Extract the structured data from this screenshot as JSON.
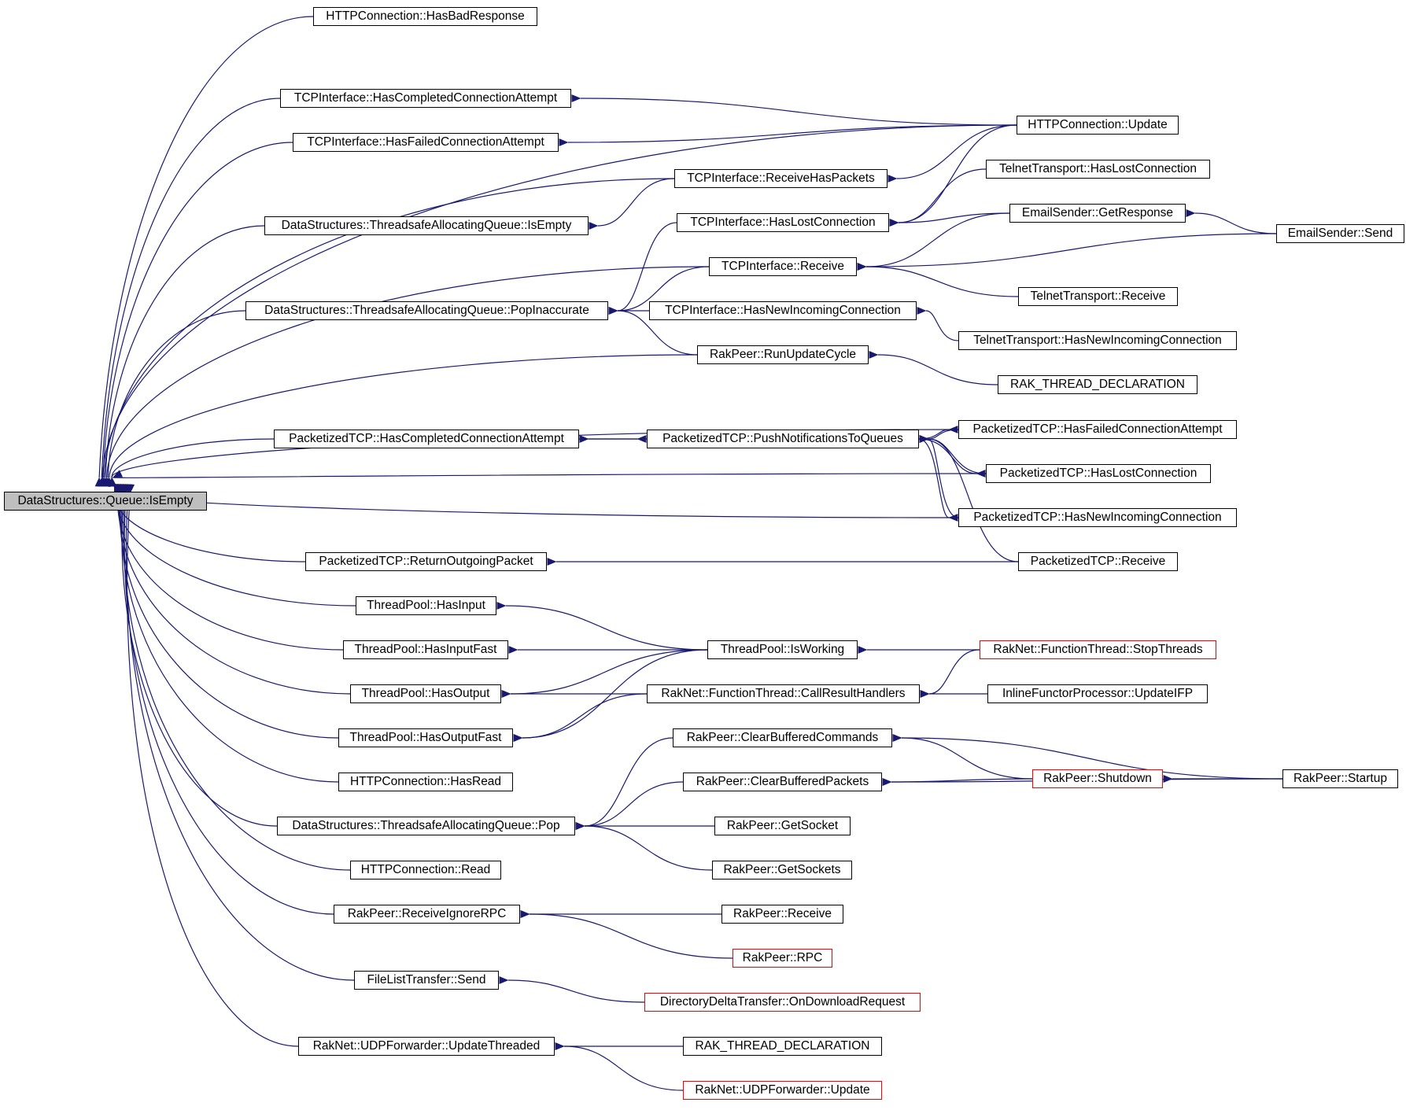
{
  "graph": {
    "edge_color": "#191970",
    "root": "DataStructures::Queue::IsEmpty",
    "nodes": [
      {
        "id": "root",
        "label": "DataStructures::Queue::IsEmpty",
        "style": "root"
      },
      {
        "id": "hc_hasbadresponse",
        "label": "HTTPConnection::HasBadResponse",
        "style": "normal"
      },
      {
        "id": "tcp_hascompleted",
        "label": "TCPInterface::HasCompletedConnectionAttempt",
        "style": "normal"
      },
      {
        "id": "tcp_hasfailed",
        "label": "TCPInterface::HasFailedConnectionAttempt",
        "style": "normal"
      },
      {
        "id": "tcp_receivehaspackets",
        "label": "TCPInterface::ReceiveHasPackets",
        "style": "normal"
      },
      {
        "id": "tsaq_isempty",
        "label": "DataStructures::ThreadsafeAllocatingQueue::IsEmpty",
        "style": "normal"
      },
      {
        "id": "tcp_haslost",
        "label": "TCPInterface::HasLostConnection",
        "style": "normal"
      },
      {
        "id": "tcp_receive",
        "label": "TCPInterface::Receive",
        "style": "normal"
      },
      {
        "id": "tsaq_popinaccurate",
        "label": "DataStructures::ThreadsafeAllocatingQueue::PopInaccurate",
        "style": "normal"
      },
      {
        "id": "tcp_hasnewincoming",
        "label": "TCPInterface::HasNewIncomingConnection",
        "style": "normal"
      },
      {
        "id": "rak_runupdatecycle",
        "label": "RakPeer::RunUpdateCycle",
        "style": "normal"
      },
      {
        "id": "hc_update",
        "label": "HTTPConnection::Update",
        "style": "normal"
      },
      {
        "id": "tt_haslost",
        "label": "TelnetTransport::HasLostConnection",
        "style": "normal"
      },
      {
        "id": "es_getresponse",
        "label": "EmailSender::GetResponse",
        "style": "normal"
      },
      {
        "id": "es_send",
        "label": "EmailSender::Send",
        "style": "normal"
      },
      {
        "id": "tt_receive",
        "label": "TelnetTransport::Receive",
        "style": "normal"
      },
      {
        "id": "tt_hasnewincoming",
        "label": "TelnetTransport::HasNewIncomingConnection",
        "style": "normal"
      },
      {
        "id": "rak_thread_decl1",
        "label": "RAK_THREAD_DECLARATION",
        "style": "normal"
      },
      {
        "id": "ptcp_hascompleted",
        "label": "PacketizedTCP::HasCompletedConnectionAttempt",
        "style": "normal"
      },
      {
        "id": "ptcp_pushnotif",
        "label": "PacketizedTCP::PushNotificationsToQueues",
        "style": "normal"
      },
      {
        "id": "ptcp_hasfailed",
        "label": "PacketizedTCP::HasFailedConnectionAttempt",
        "style": "normal"
      },
      {
        "id": "ptcp_haslost",
        "label": "PacketizedTCP::HasLostConnection",
        "style": "normal"
      },
      {
        "id": "ptcp_hasnewincoming",
        "label": "PacketizedTCP::HasNewIncomingConnection",
        "style": "normal"
      },
      {
        "id": "ptcp_returnoutgoing",
        "label": "PacketizedTCP::ReturnOutgoingPacket",
        "style": "normal"
      },
      {
        "id": "ptcp_receive",
        "label": "PacketizedTCP::Receive",
        "style": "normal"
      },
      {
        "id": "tp_hasinput",
        "label": "ThreadPool::HasInput",
        "style": "normal"
      },
      {
        "id": "tp_hasinputfast",
        "label": "ThreadPool::HasInputFast",
        "style": "normal"
      },
      {
        "id": "tp_hasoutput",
        "label": "ThreadPool::HasOutput",
        "style": "normal"
      },
      {
        "id": "tp_hasoutputfast",
        "label": "ThreadPool::HasOutputFast",
        "style": "normal"
      },
      {
        "id": "tp_isworking",
        "label": "ThreadPool::IsWorking",
        "style": "normal"
      },
      {
        "id": "ft_callresult",
        "label": "RakNet::FunctionThread::CallResultHandlers",
        "style": "normal"
      },
      {
        "id": "ft_stopthreads",
        "label": "RakNet::FunctionThread::StopThreads",
        "style": "red"
      },
      {
        "id": "ifp_updateifp",
        "label": "InlineFunctorProcessor::UpdateIFP",
        "style": "normal"
      },
      {
        "id": "hc_hasread",
        "label": "HTTPConnection::HasRead",
        "style": "normal"
      },
      {
        "id": "tsaq_pop",
        "label": "DataStructures::ThreadsafeAllocatingQueue::Pop",
        "style": "normal"
      },
      {
        "id": "rak_clearcmds",
        "label": "RakPeer::ClearBufferedCommands",
        "style": "normal"
      },
      {
        "id": "rak_clearpackets",
        "label": "RakPeer::ClearBufferedPackets",
        "style": "normal"
      },
      {
        "id": "rak_shutdown",
        "label": "RakPeer::Shutdown",
        "style": "red"
      },
      {
        "id": "rak_startup",
        "label": "RakPeer::Startup",
        "style": "normal"
      },
      {
        "id": "rak_getsocket",
        "label": "RakPeer::GetSocket",
        "style": "normal"
      },
      {
        "id": "rak_getsockets",
        "label": "RakPeer::GetSockets",
        "style": "normal"
      },
      {
        "id": "hc_read",
        "label": "HTTPConnection::Read",
        "style": "normal"
      },
      {
        "id": "rak_receiveignorerpc",
        "label": "RakPeer::ReceiveIgnoreRPC",
        "style": "normal"
      },
      {
        "id": "rak_receive",
        "label": "RakPeer::Receive",
        "style": "normal"
      },
      {
        "id": "rak_rpc",
        "label": "RakPeer::RPC",
        "style": "red"
      },
      {
        "id": "flt_send",
        "label": "FileListTransfer::Send",
        "style": "normal"
      },
      {
        "id": "ddt_ondownload",
        "label": "DirectoryDeltaTransfer::OnDownloadRequest",
        "style": "red"
      },
      {
        "id": "udpf_updatethreaded",
        "label": "RakNet::UDPForwarder::UpdateThreaded",
        "style": "normal"
      },
      {
        "id": "rak_thread_decl2",
        "label": "RAK_THREAD_DECLARATION",
        "style": "normal"
      },
      {
        "id": "udpf_update",
        "label": "RakNet::UDPForwarder::Update",
        "style": "red"
      }
    ],
    "edges": [
      [
        "hc_hasbadresponse",
        "root"
      ],
      [
        "tcp_hascompleted",
        "root"
      ],
      [
        "tcp_hasfailed",
        "root"
      ],
      [
        "tcp_receivehaspackets",
        "root"
      ],
      [
        "tsaq_isempty",
        "root"
      ],
      [
        "tcp_receive",
        "root"
      ],
      [
        "tsaq_popinaccurate",
        "root"
      ],
      [
        "rak_runupdatecycle",
        "root"
      ],
      [
        "hc_update",
        "root"
      ],
      [
        "ptcp_hascompleted",
        "root"
      ],
      [
        "ptcp_hasfailed",
        "root"
      ],
      [
        "ptcp_haslost",
        "root"
      ],
      [
        "ptcp_hasnewincoming",
        "root"
      ],
      [
        "ptcp_returnoutgoing",
        "root"
      ],
      [
        "tp_hasinput",
        "root"
      ],
      [
        "tp_hasinputfast",
        "root"
      ],
      [
        "tp_hasoutput",
        "root"
      ],
      [
        "tp_hasoutputfast",
        "root"
      ],
      [
        "hc_hasread",
        "root"
      ],
      [
        "tsaq_pop",
        "root"
      ],
      [
        "hc_read",
        "root"
      ],
      [
        "rak_receiveignorerpc",
        "root"
      ],
      [
        "flt_send",
        "root"
      ],
      [
        "udpf_updatethreaded",
        "root"
      ],
      [
        "hc_update",
        "tcp_hascompleted"
      ],
      [
        "hc_update",
        "tcp_hasfailed"
      ],
      [
        "hc_update",
        "tcp_receivehaspackets"
      ],
      [
        "hc_update",
        "tcp_haslost"
      ],
      [
        "tcp_receivehaspackets",
        "tsaq_isempty"
      ],
      [
        "tcp_haslost",
        "tsaq_popinaccurate"
      ],
      [
        "tcp_receive",
        "tsaq_popinaccurate"
      ],
      [
        "tcp_hasnewincoming",
        "tsaq_popinaccurate"
      ],
      [
        "rak_runupdatecycle",
        "tsaq_popinaccurate"
      ],
      [
        "tt_haslost",
        "tcp_haslost"
      ],
      [
        "es_getresponse",
        "tcp_haslost"
      ],
      [
        "es_getresponse",
        "tcp_receive"
      ],
      [
        "es_send",
        "tcp_receive"
      ],
      [
        "tt_receive",
        "tcp_receive"
      ],
      [
        "es_send",
        "es_getresponse"
      ],
      [
        "tt_hasnewincoming",
        "tcp_hasnewincoming"
      ],
      [
        "rak_thread_decl1",
        "rak_runupdatecycle"
      ],
      [
        "ptcp_pushnotif",
        "ptcp_hascompleted"
      ],
      [
        "ptcp_hascompleted",
        "ptcp_pushnotif"
      ],
      [
        "ptcp_pushnotif",
        "ptcp_hasfailed"
      ],
      [
        "ptcp_hasfailed",
        "ptcp_pushnotif"
      ],
      [
        "ptcp_pushnotif",
        "ptcp_haslost"
      ],
      [
        "ptcp_haslost",
        "ptcp_pushnotif"
      ],
      [
        "ptcp_pushnotif",
        "ptcp_hasnewincoming"
      ],
      [
        "ptcp_hasnewincoming",
        "ptcp_pushnotif"
      ],
      [
        "ptcp_receive",
        "ptcp_pushnotif"
      ],
      [
        "ptcp_receive",
        "ptcp_returnoutgoing"
      ],
      [
        "tp_isworking",
        "tp_hasinput"
      ],
      [
        "tp_isworking",
        "tp_hasinputfast"
      ],
      [
        "tp_isworking",
        "tp_hasoutput"
      ],
      [
        "tp_isworking",
        "tp_hasoutputfast"
      ],
      [
        "ft_callresult",
        "tp_hasoutput"
      ],
      [
        "ft_callresult",
        "tp_hasoutputfast"
      ],
      [
        "ft_stopthreads",
        "tp_isworking"
      ],
      [
        "ft_stopthreads",
        "ft_callresult"
      ],
      [
        "ifp_updateifp",
        "ft_callresult"
      ],
      [
        "rak_clearcmds",
        "tsaq_pop"
      ],
      [
        "rak_clearpackets",
        "tsaq_pop"
      ],
      [
        "rak_getsocket",
        "tsaq_pop"
      ],
      [
        "rak_getsockets",
        "tsaq_pop"
      ],
      [
        "rak_shutdown",
        "rak_clearcmds"
      ],
      [
        "rak_startup",
        "rak_clearcmds"
      ],
      [
        "rak_shutdown",
        "rak_clearpackets"
      ],
      [
        "rak_startup",
        "rak_clearpackets"
      ],
      [
        "rak_startup",
        "rak_shutdown"
      ],
      [
        "rak_receive",
        "rak_receiveignorerpc"
      ],
      [
        "rak_rpc",
        "rak_receiveignorerpc"
      ],
      [
        "ddt_ondownload",
        "flt_send"
      ],
      [
        "rak_thread_decl2",
        "udpf_updatethreaded"
      ],
      [
        "udpf_update",
        "udpf_updatethreaded"
      ]
    ]
  }
}
